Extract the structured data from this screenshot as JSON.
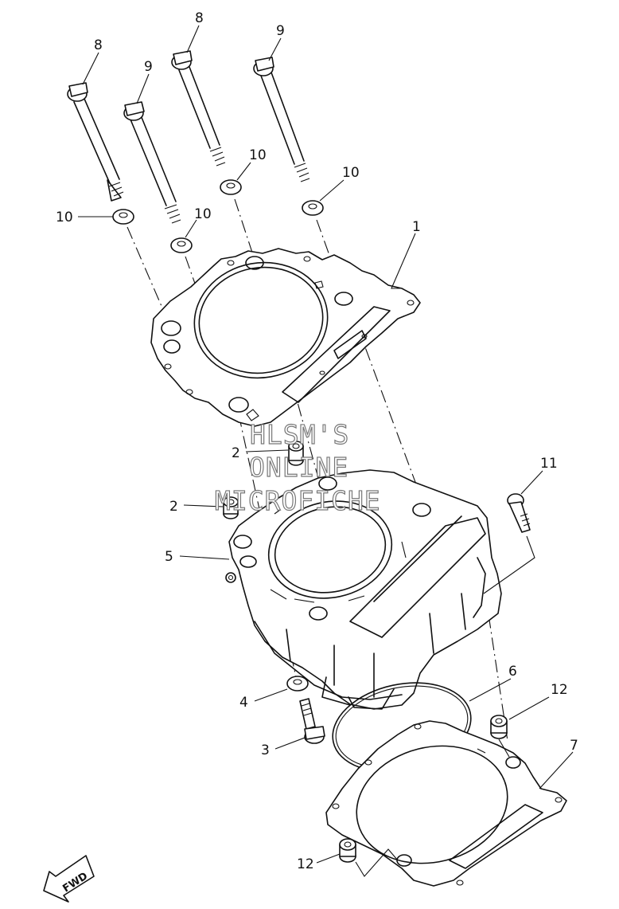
{
  "callouts": [
    {
      "id": "bolt-8a",
      "number": "8"
    },
    {
      "id": "bolt-8b",
      "number": "8"
    },
    {
      "id": "bolt-9a",
      "number": "9"
    },
    {
      "id": "bolt-9b",
      "number": "9"
    },
    {
      "id": "washer-10a",
      "number": "10"
    },
    {
      "id": "washer-10b",
      "number": "10"
    },
    {
      "id": "washer-10c",
      "number": "10"
    },
    {
      "id": "washer-10d",
      "number": "10"
    },
    {
      "id": "head-gasket-1",
      "number": "1"
    },
    {
      "id": "dowel-2a",
      "number": "2"
    },
    {
      "id": "dowel-2b",
      "number": "2"
    },
    {
      "id": "cylinder-5",
      "number": "5"
    },
    {
      "id": "bolt-11",
      "number": "11"
    },
    {
      "id": "o-ring-6",
      "number": "6"
    },
    {
      "id": "dowel-12a",
      "number": "12"
    },
    {
      "id": "base-gasket-7",
      "number": "7"
    },
    {
      "id": "washer-4",
      "number": "4"
    },
    {
      "id": "bolt-3",
      "number": "3"
    },
    {
      "id": "dowel-12b",
      "number": "12"
    }
  ],
  "watermark": {
    "line1": "HLSM'S",
    "line2": "ONLINE",
    "line3": "MICROFICHE"
  },
  "direction_badge": {
    "label": "FWD",
    "icon": "arrow-icon"
  }
}
